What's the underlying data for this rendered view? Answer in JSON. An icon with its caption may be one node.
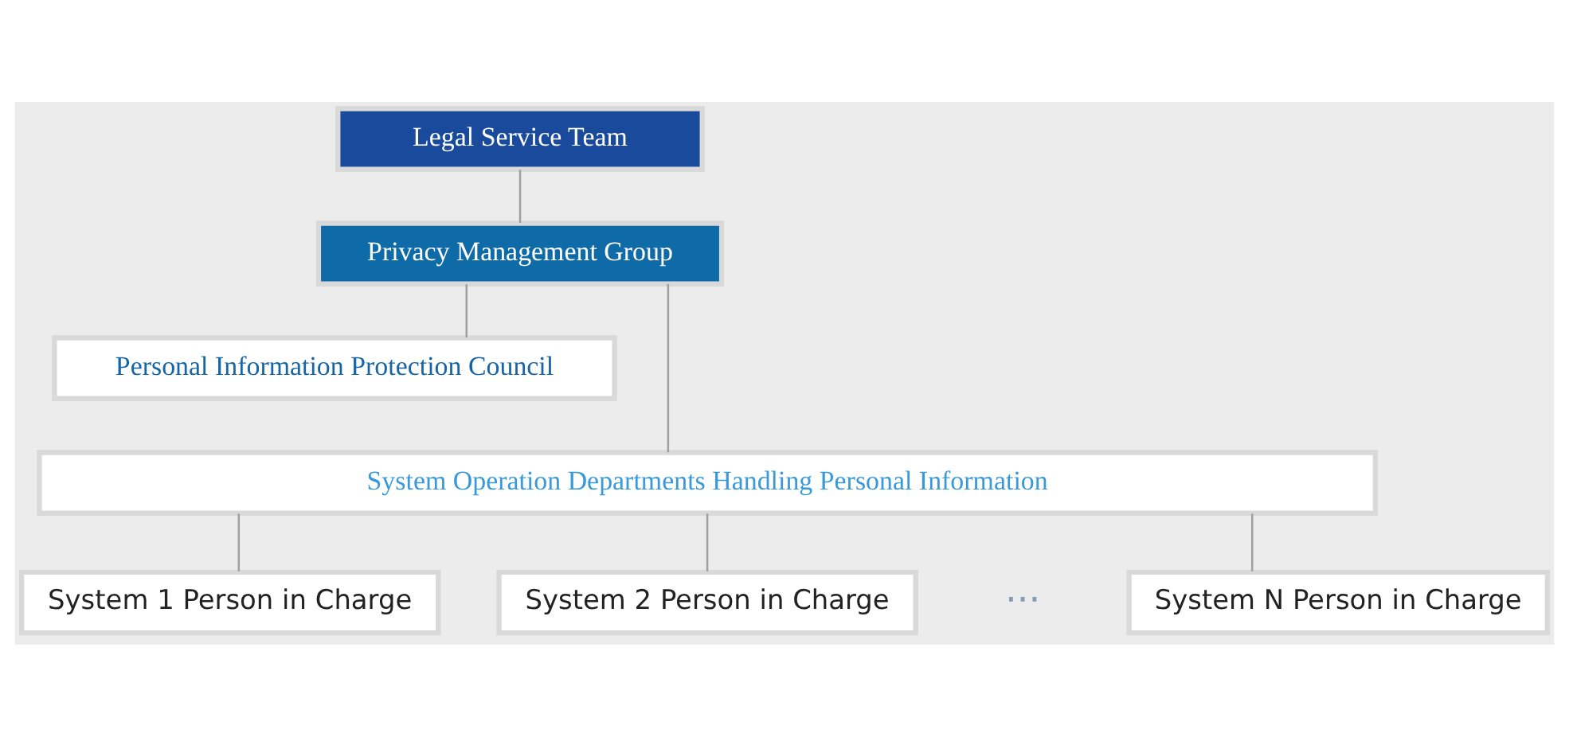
{
  "diagram": {
    "nodes": [
      {
        "text": [
          "Legal Service Team"
        ]
      },
      {
        "text": [
          "Privacy Management Group"
        ]
      },
      {
        "text": [
          "Personal Information Protection Council"
        ]
      },
      {
        "text": [
          "System Operation Departments Handling Personal Information"
        ]
      },
      {
        "text": [
          "System 1 Person in Charge"
        ]
      },
      {
        "text": [
          "System 2 Person in Charge"
        ]
      },
      {
        "text": [
          "System N Person in Charge"
        ]
      }
    ],
    "edges": [
      {
        "from": 0,
        "to": 1,
        "arrow": "none"
      },
      {
        "from": 1,
        "to": 2,
        "arrow": "none"
      },
      {
        "from": 1,
        "to": 3,
        "arrow": "none"
      },
      {
        "from": 3,
        "to": 4,
        "arrow": "none"
      },
      {
        "from": 3,
        "to": 5,
        "arrow": "none"
      },
      {
        "from": 3,
        "to": 6,
        "arrow": "none"
      }
    ],
    "labels": [
      "···"
    ]
  }
}
